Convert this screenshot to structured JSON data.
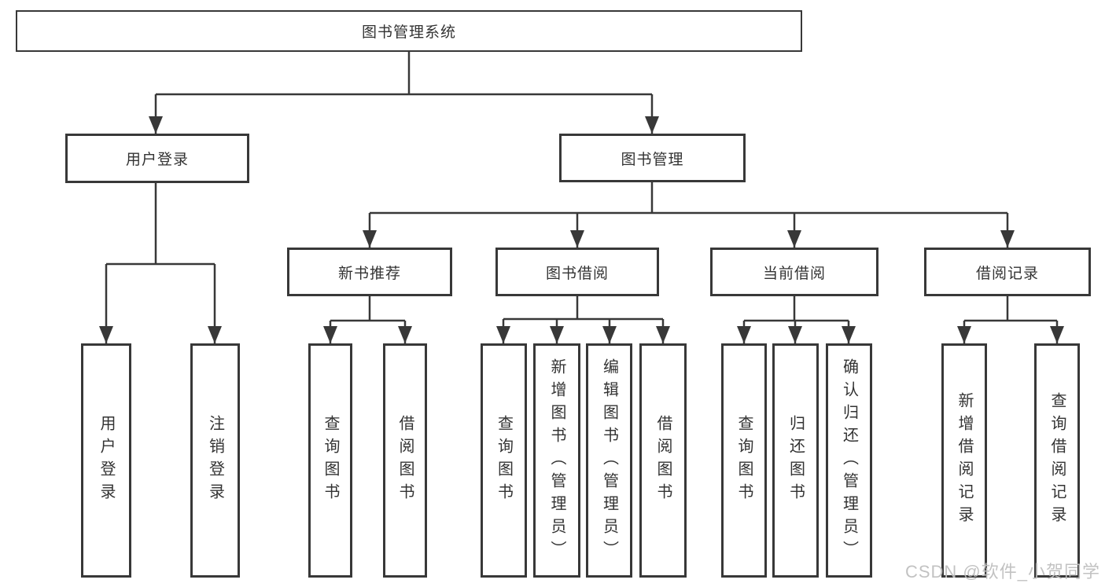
{
  "diagram": {
    "type": "hierarchy",
    "root": {
      "label": "图书管理系统",
      "children": [
        {
          "label": "用户登录",
          "children": [
            {
              "label": "用户登录"
            },
            {
              "label": "注销登录"
            }
          ]
        },
        {
          "label": "图书管理",
          "children": [
            {
              "label": "新书推荐",
              "children": [
                {
                  "label": "查询图书"
                },
                {
                  "label": "借阅图书"
                }
              ]
            },
            {
              "label": "图书借阅",
              "children": [
                {
                  "label": "查询图书"
                },
                {
                  "label": "新增图书（管理员）"
                },
                {
                  "label": "编辑图书（管理员）"
                },
                {
                  "label": "借阅图书"
                }
              ]
            },
            {
              "label": "当前借阅",
              "children": [
                {
                  "label": "查询图书"
                },
                {
                  "label": "归还图书"
                },
                {
                  "label": "确认归还（管理员）"
                }
              ]
            },
            {
              "label": "借阅记录",
              "children": [
                {
                  "label": "新增借阅记录"
                },
                {
                  "label": "查询借阅记录"
                }
              ]
            }
          ]
        }
      ]
    }
  },
  "watermark": {
    "text": "CSDN @软件_小贺同学"
  },
  "colors": {
    "line": "#383838",
    "text": "#333333",
    "background": "#ffffff",
    "watermark": "#bfbfbf"
  }
}
